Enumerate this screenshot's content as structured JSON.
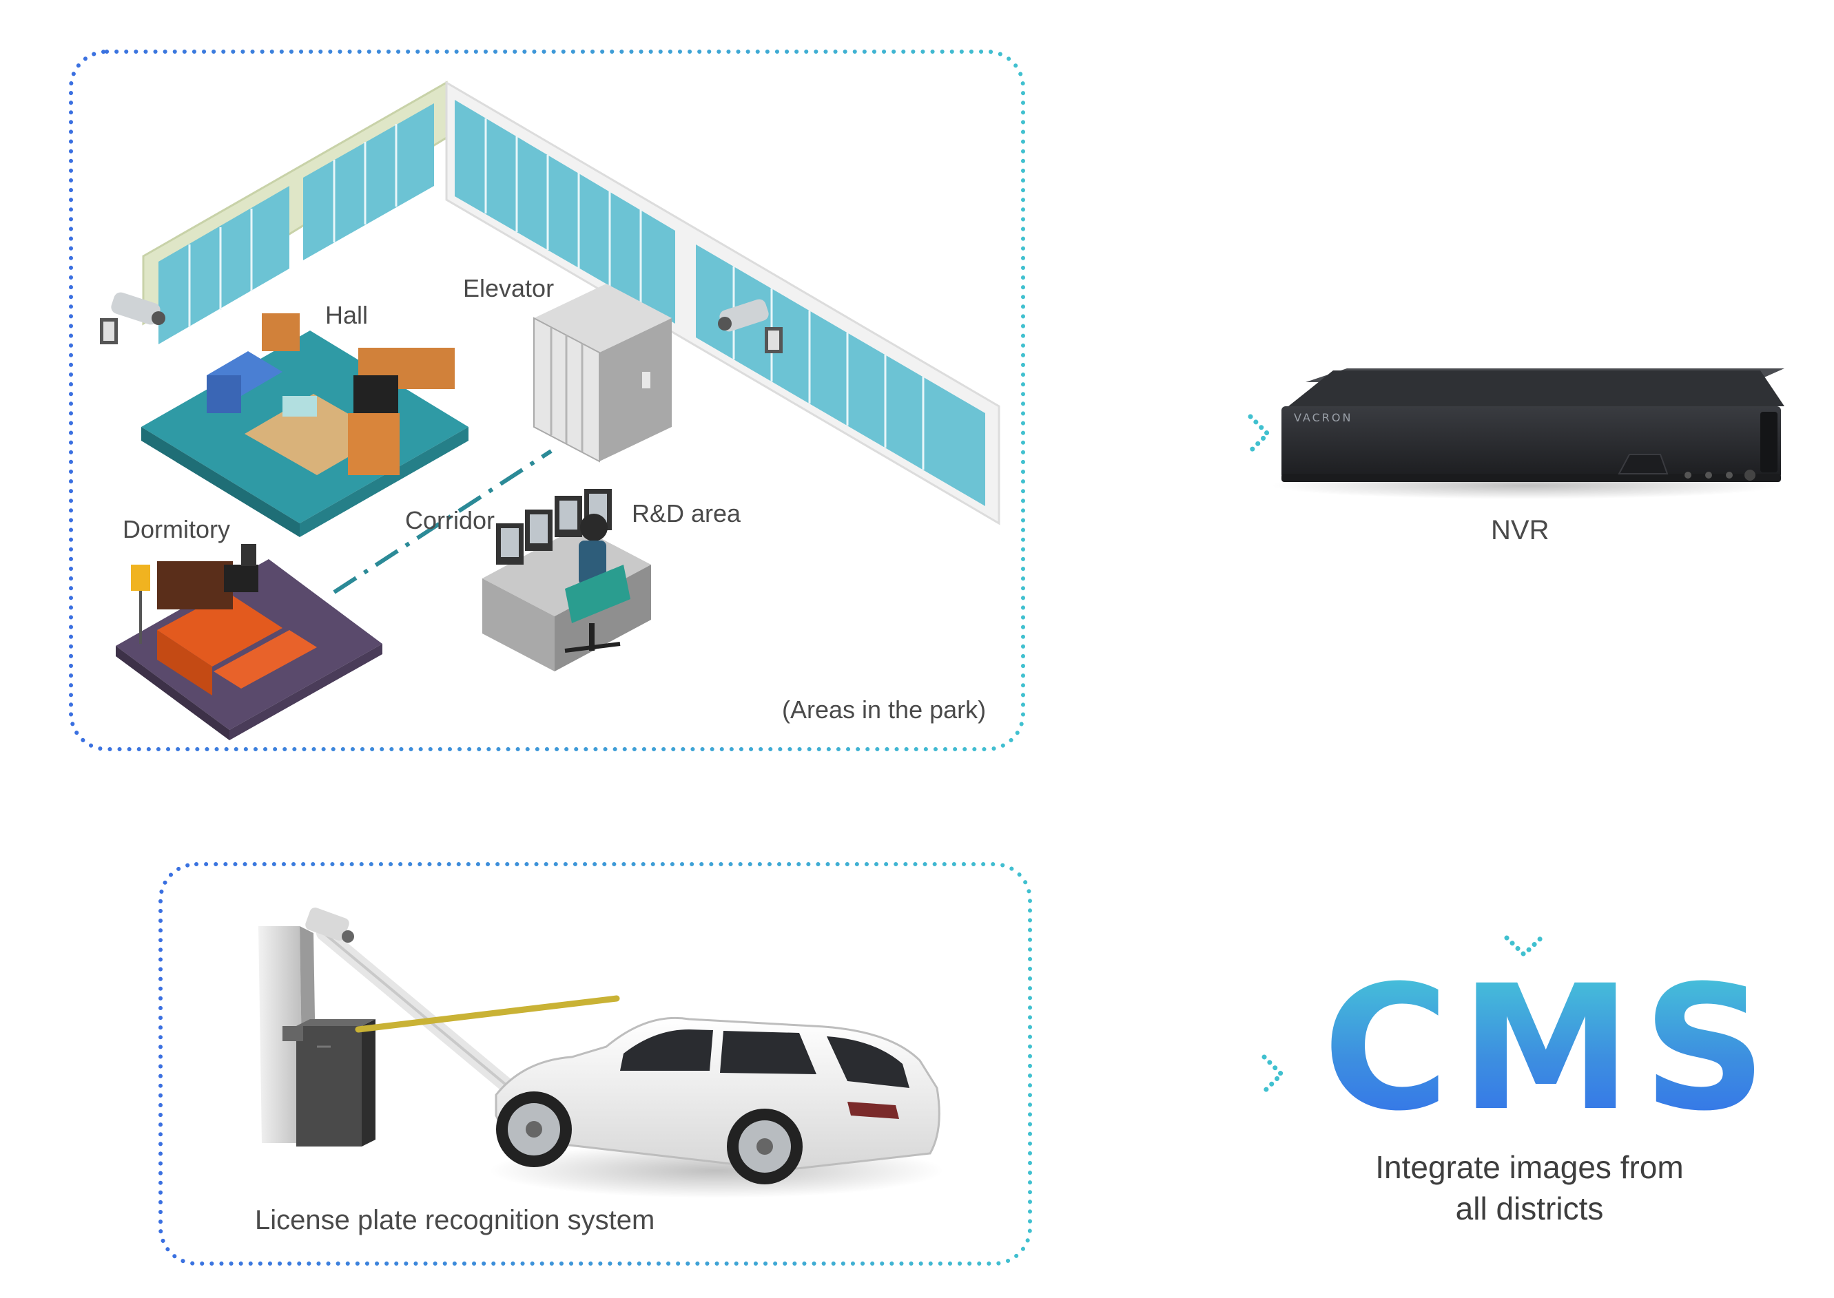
{
  "park_areas": {
    "caption": "(Areas in the park)",
    "labels": {
      "hall": "Hall",
      "elevator": "Elevator",
      "dormitory": "Dormitory",
      "corridor": "Corridor",
      "rnd": "R&D area"
    }
  },
  "lpr": {
    "caption": "License plate recognition system"
  },
  "nvr": {
    "label": "NVR",
    "brand": "VACRON"
  },
  "cms": {
    "title": "CMS",
    "caption_line1": "Integrate images from",
    "caption_line2": "all districts"
  },
  "colors": {
    "dot_blue": "#3a6fe0",
    "dot_teal": "#40c0cf",
    "glass": "#6cc3d4",
    "floor_teal": "#2f9aa5",
    "floor_purple": "#5a4a6c",
    "bed_orange": "#e35a1e",
    "nvr_body": "#2b2d31"
  },
  "icons": [
    "security-camera-icon",
    "arrow-right-icon",
    "arrow-down-icon"
  ]
}
